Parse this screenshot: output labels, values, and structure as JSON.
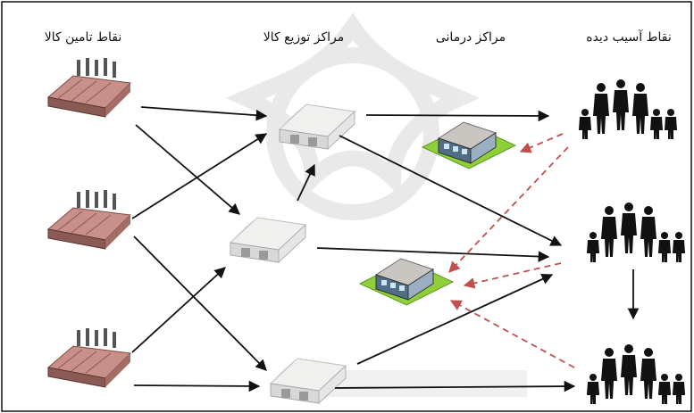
{
  "headers": {
    "supply": "نقاط تامین کالا",
    "distribution": "مراکز توزیع کالا",
    "medical": "مراکز درمانی",
    "affected": "نقاط آسیب دیده"
  },
  "icons": {
    "supply": "factory-icon",
    "distribution": "warehouse-icon",
    "medical": "hospital-icon",
    "affected": "family-icon"
  },
  "colors": {
    "flow_arrow": "#111111",
    "evacuation_arrow": "#c0504d",
    "factory_roof": "#b07a74",
    "hospital_grass": "#8fcf3a",
    "family": "#111111"
  }
}
